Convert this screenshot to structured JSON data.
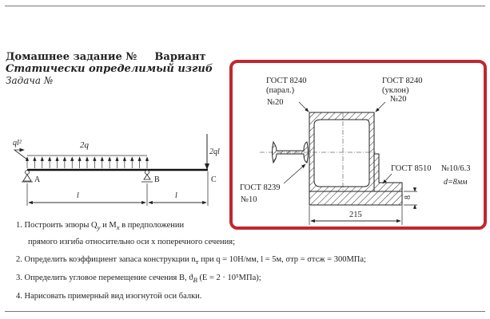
{
  "header": {
    "title": "Домашнее задание №",
    "variant": "Вариант",
    "subtitle": "Статически определимый изгиб",
    "task": "Задача №"
  },
  "beam": {
    "moment_label": "ql²",
    "load_label": "2q",
    "force_label": "2ql",
    "support_a": "A",
    "support_b": "B",
    "point_c": "C",
    "span1": "l",
    "span2": "l"
  },
  "section": {
    "frame_color": "#c0282f",
    "left_channel": {
      "gost": "ГОСТ 8240",
      "type": "(парал.)",
      "number": "№20"
    },
    "right_channel": {
      "gost": "ГОСТ 8240",
      "type": "(уклон)",
      "number": "№20"
    },
    "ibeam": {
      "gost": "ГОСТ 8239",
      "number": "№10"
    },
    "angle": {
      "gost": "ГОСТ 8510",
      "number": "№10/6.3",
      "thickness": "d=8мм"
    },
    "plate_width": "215",
    "plate_thickness": "8"
  },
  "tasks": [
    {
      "num": "1.",
      "text": "Построить эпюры Q",
      "sub1": "y",
      "mid": " и M",
      "sub2": "x",
      "end": " в предположении"
    },
    {
      "text": "прямого изгиба относительно оси x поперечного сечения;"
    },
    {
      "num": "2.",
      "text": "Определить коэффициент запаса конструкции n",
      "sub": "т",
      "end": " при q = 10Н/мм, l = 5м, σтр = σтсж = 300МПа;"
    },
    {
      "num": "3.",
      "text": "Определить угловое перемещение сечения B, ϑ",
      "sub": "B",
      "end": " (E = 2 · 10⁵МПа);"
    },
    {
      "num": "4.",
      "text": "Нарисовать примерный вид изогнутой оси балки."
    }
  ]
}
